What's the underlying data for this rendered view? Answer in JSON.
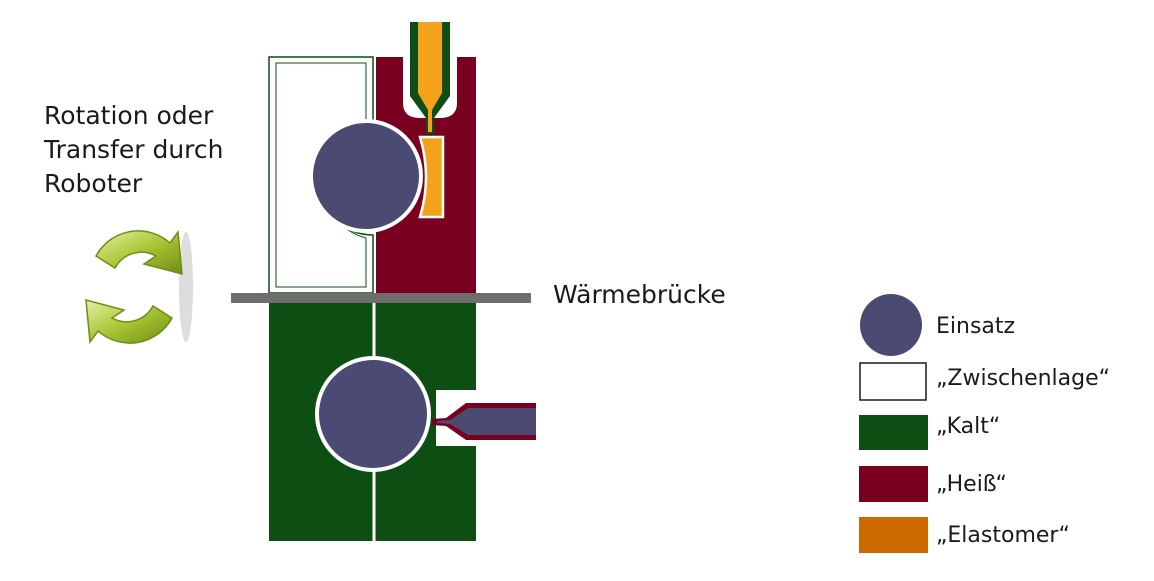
{
  "annotations": {
    "rotation_line1": "Rotation oder",
    "rotation_line2": "Transfer durch",
    "rotation_line3": "Roboter",
    "waermebruecke": "Wärmebrücke"
  },
  "legend": {
    "items": [
      {
        "key": "einsatz",
        "label": "Einsatz",
        "color": "#4a4a72",
        "shape": "circle"
      },
      {
        "key": "zwischenlage",
        "label": "„Zwischenlage“",
        "color": "#ffffff",
        "shape": "box"
      },
      {
        "key": "kalt",
        "label": "„Kalt“",
        "color": "#0d4f12",
        "shape": "box"
      },
      {
        "key": "heiss",
        "label": "„Heiß“",
        "color": "#7a0020",
        "shape": "box"
      },
      {
        "key": "elastomer",
        "label": "„Elastomer“",
        "color": "#cc6a00",
        "shape": "box"
      }
    ]
  },
  "colors": {
    "insert": "#4a4a72",
    "cold": "#0d4f12",
    "hot": "#7a0020",
    "elastomer": "#f4a21a",
    "bridge": "#6e6e6e",
    "rotation_icon": "#9fbf2a"
  },
  "icons": {
    "rotation": "rotation-arrows-icon"
  }
}
